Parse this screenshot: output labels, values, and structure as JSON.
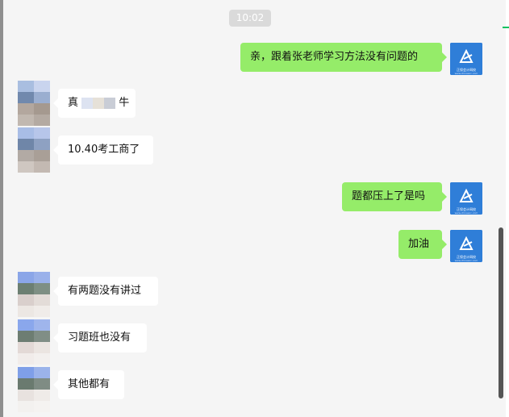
{
  "window": {
    "accent_color": "#07c160"
  },
  "timestamp": "10:02",
  "self_avatar": {
    "brand": "正保会计网校",
    "url": "www.chinaacc.com",
    "color": "#2f7ed8"
  },
  "messages": {
    "m1": {
      "side": "self",
      "text": "亲，跟着张老师学习方法没有问题的"
    },
    "m2": {
      "side": "other",
      "text_before": "真",
      "text_after": "牛"
    },
    "m3": {
      "side": "other",
      "text": "10.40考工商了"
    },
    "m4": {
      "side": "self",
      "text": "题都压上了是吗"
    },
    "m5": {
      "side": "self",
      "text": "加油"
    },
    "m6": {
      "side": "other",
      "text": "有两题没有讲过"
    },
    "m7": {
      "side": "other",
      "text": "习题班也没有"
    },
    "m8": {
      "side": "other",
      "text": "其他都有"
    }
  },
  "colors": {
    "self_bubble": "#95ec69",
    "other_bubble": "#ffffff",
    "background": "#f5f5f5"
  }
}
